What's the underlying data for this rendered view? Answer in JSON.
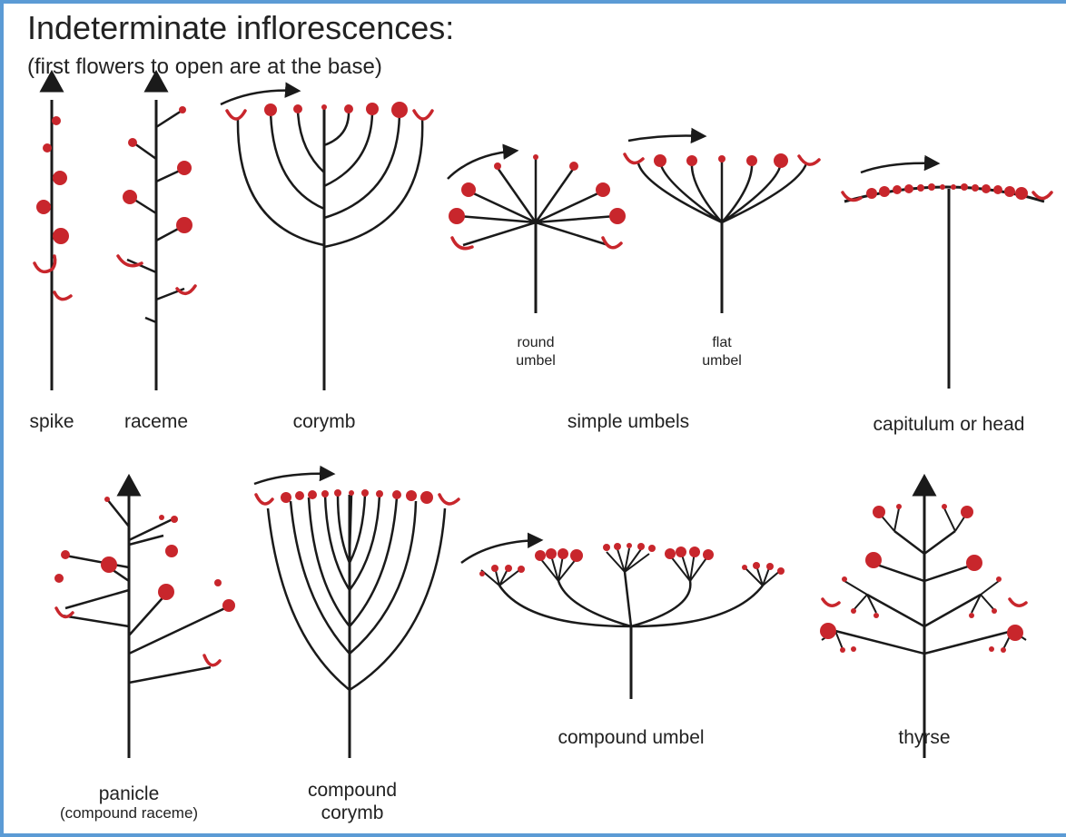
{
  "title": "Indeterminate inflorescences:",
  "subtitle": "(first flowers to open are at the base)",
  "labels": {
    "spike": "spike",
    "raceme": "raceme",
    "corymb": "corymb",
    "simple_umbels": "simple umbels",
    "round_umbel_1": "round",
    "round_umbel_2": "umbel",
    "flat_umbel_1": "flat",
    "flat_umbel_2": "umbel",
    "capitulum": "capitulum or head",
    "panicle": "panicle",
    "panicle_sub": "(compound raceme)",
    "compound_corymb_1": "compound",
    "compound_corymb_2": "corymb",
    "compound_umbel": "compound umbel",
    "thyrse": "thyrse"
  },
  "colors": {
    "frame": "#5b9bd5",
    "flower": "#c8262c",
    "stem": "#1a1a1a"
  }
}
